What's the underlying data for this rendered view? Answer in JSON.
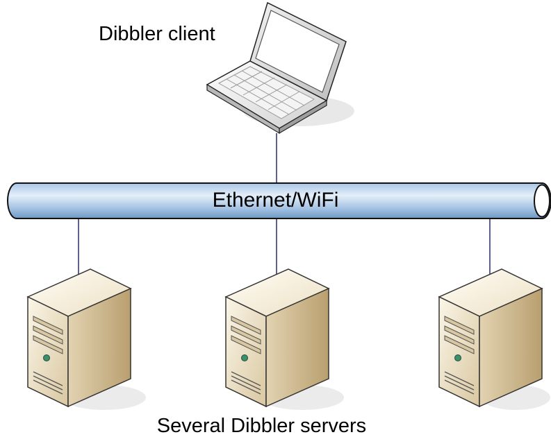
{
  "client": {
    "label": "Dibbler client"
  },
  "network": {
    "label": "Ethernet/WiFi"
  },
  "servers": {
    "label": "Several Dibbler servers",
    "count": 3
  },
  "colors": {
    "pipe_light": "#d6e6f4",
    "pipe_dark": "#6f97c2",
    "pipe_outline": "#111111",
    "connector": "#2b2b6b",
    "server_body_light": "#f3ebd6",
    "server_body_dark": "#c2a97c",
    "server_led": "#3b8f6b",
    "laptop_screen": "#ffffff",
    "laptop_frame": "#e3e3e3",
    "shadow": "#dcdcdc"
  }
}
